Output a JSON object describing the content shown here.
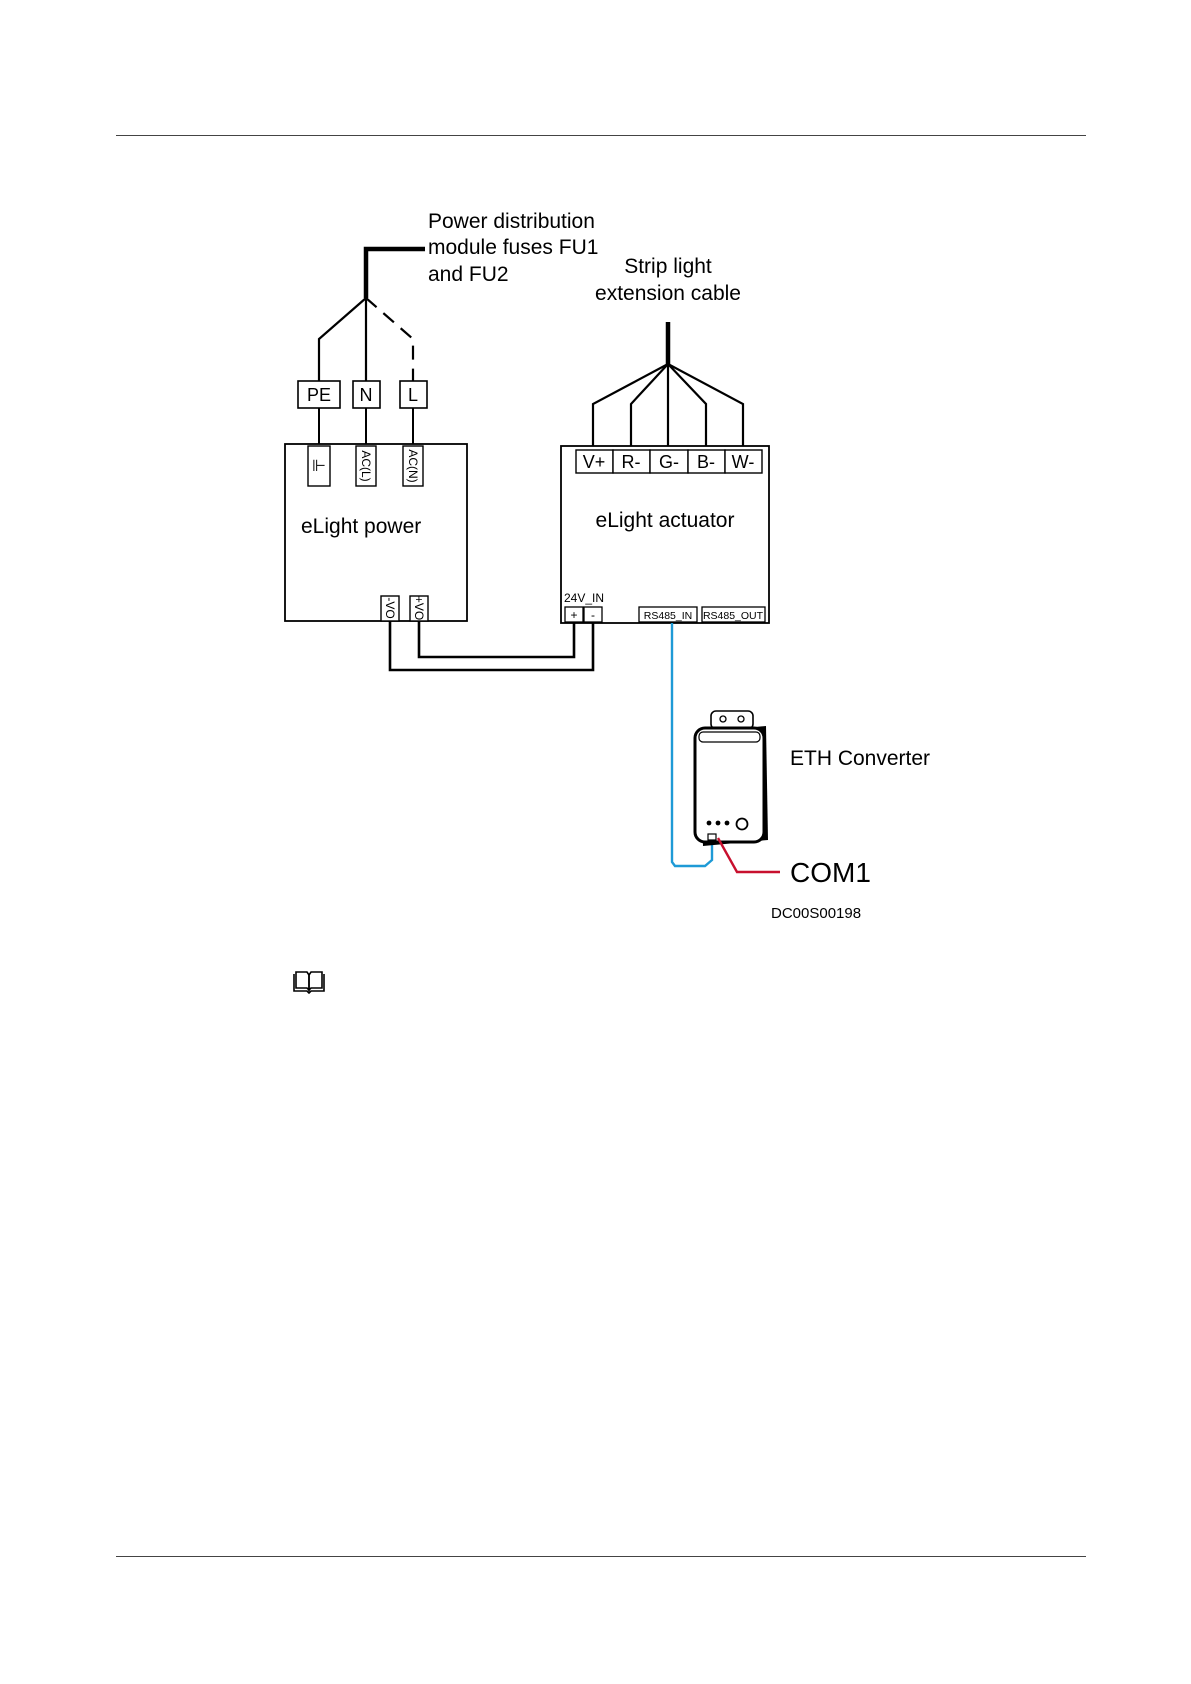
{
  "labels": {
    "power_distribution": [
      "Power distribution",
      "module fuses FU1",
      "and FU2"
    ],
    "strip_light": [
      "Strip light",
      "extension cable"
    ],
    "pe": "PE",
    "n": "N",
    "l": "L",
    "ground_symbol": "⊩",
    "acl": "AC(L)",
    "acn": "AC(N)",
    "elight_power": "eLight power",
    "vo_minus": "-VO",
    "vo_plus": "+VO",
    "elight_actuator": "eLight  actuator",
    "v_plus": "V+",
    "r_minus": "R-",
    "g_minus": "G-",
    "b_minus": "B-",
    "w_minus": "W-",
    "in_24v": "24V_IN",
    "term_plus": "+",
    "term_minus": "-",
    "rs485_in": "RS485_IN",
    "rs485_out": "RS485_OUT",
    "eth_converter": "ETH Converter",
    "com1": "COM1",
    "figure_code": "DC00S00198"
  },
  "colors": {
    "rs485_wire": "#1e9ad6",
    "com1_wire": "#c8102e",
    "line": "#000000"
  },
  "icons": {
    "note": "book-icon"
  }
}
